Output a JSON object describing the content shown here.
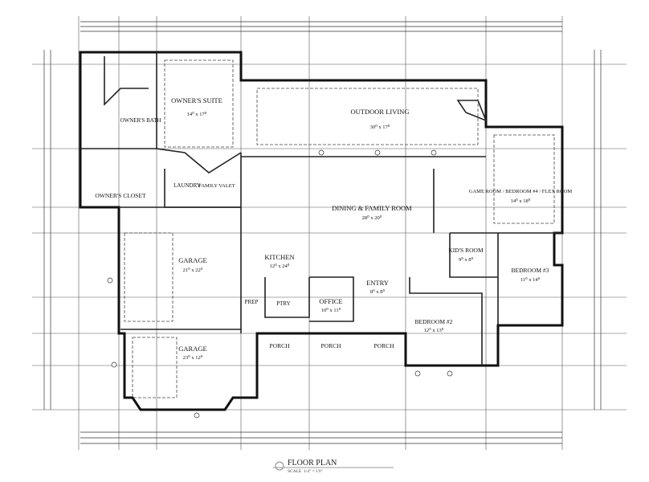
{
  "drawing": {
    "title": "FLOOR PLAN",
    "scale_label": "SCALE",
    "scale_value": "1/4\" = 1'0\""
  },
  "rooms": [
    {
      "name": "OWNER'S SUITE",
      "size": "14⁰ x 17⁰"
    },
    {
      "name": "OWNER'S BATH",
      "size": ""
    },
    {
      "name": "OWNER'S CLOSET",
      "size": ""
    },
    {
      "name": "LAUNDRY",
      "size": ""
    },
    {
      "name": "FAMILY VALET",
      "size": ""
    },
    {
      "name": "OUTDOOR LIVING",
      "size": "30⁰ x 17⁰"
    },
    {
      "name": "DINING & FAMILY ROOM",
      "size": "28⁰ x 20⁰"
    },
    {
      "name": "GAME ROOM / BEDROOM #4 / FLEX ROOM",
      "size": "14⁰ x 18⁰"
    },
    {
      "name": "KITCHEN",
      "size": "12⁰ x 24⁰"
    },
    {
      "name": "GARAGE",
      "size": "21⁰ x 22⁰"
    },
    {
      "name": "GARAGE",
      "size": "23⁰ x 12⁰"
    },
    {
      "name": "PREP",
      "size": ""
    },
    {
      "name": "PTRY",
      "size": ""
    },
    {
      "name": "OFFICE",
      "size": "10⁰ x 11⁰"
    },
    {
      "name": "ENTRY",
      "size": "8⁰ x 8⁰"
    },
    {
      "name": "KID'S ROOM",
      "size": "9⁰ x 8⁰"
    },
    {
      "name": "BEDROOM #3",
      "size": "11⁰ x 14⁰"
    },
    {
      "name": "BEDROOM #2",
      "size": "12⁰ x 13⁰"
    },
    {
      "name": "PORCH",
      "size": ""
    },
    {
      "name": "PORCH",
      "size": ""
    },
    {
      "name": "PORCH",
      "size": ""
    }
  ]
}
